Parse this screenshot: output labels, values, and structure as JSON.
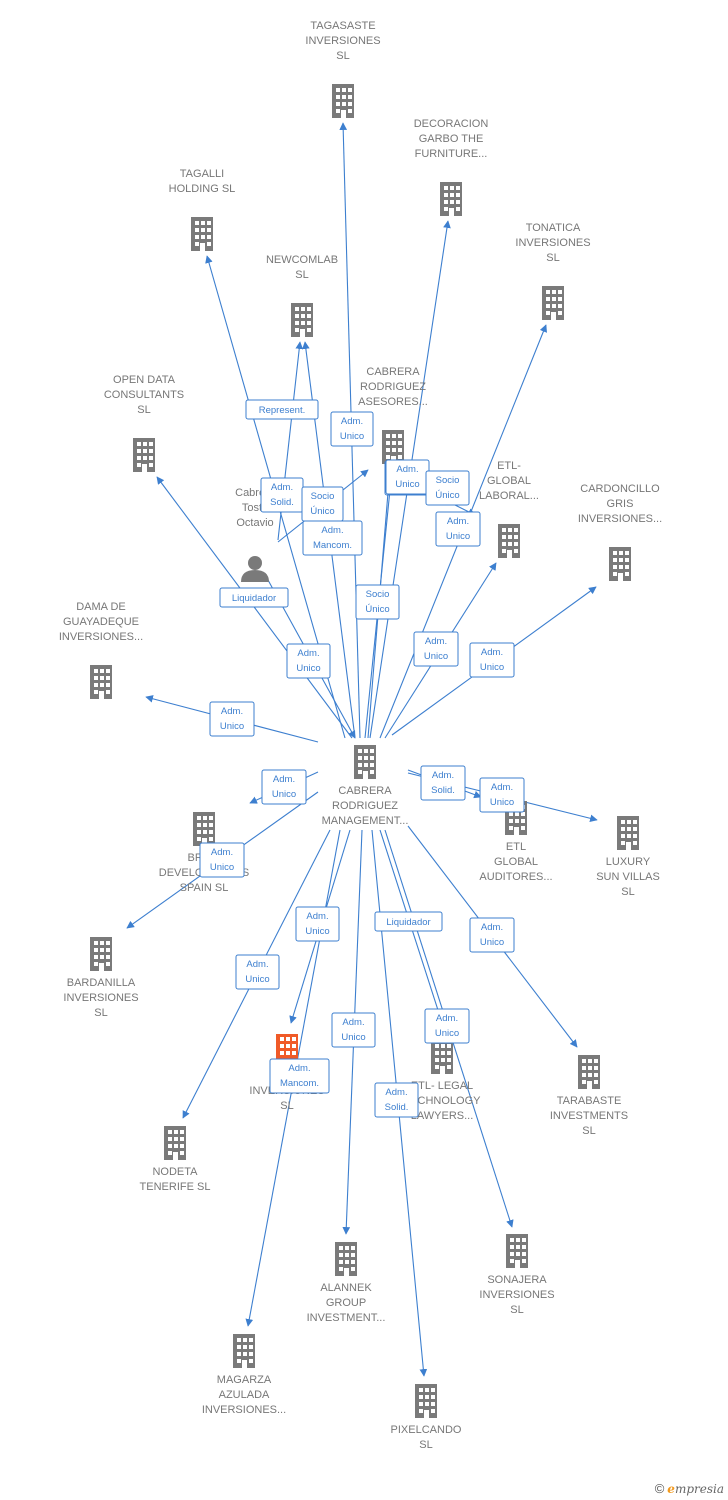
{
  "colors": {
    "edge": "#3d7fcf",
    "building": "#7a7a7a",
    "highlight": "#f05a28",
    "person": "#7a7a7a"
  },
  "center": {
    "id": "center",
    "lines": [
      "CABRERA",
      "RODRIGUEZ",
      "MANAGEMENT..."
    ]
  },
  "person": {
    "id": "person",
    "lines": [
      "Cabrera",
      "Toste",
      "Octavio"
    ]
  },
  "nodes": [
    {
      "id": "tagasaste",
      "lines": [
        "TAGASASTE",
        "INVERSIONES",
        "SL"
      ]
    },
    {
      "id": "decoracion",
      "lines": [
        "DECORACION",
        "GARBO THE",
        "FURNITURE..."
      ]
    },
    {
      "id": "tagalli",
      "lines": [
        "TAGALLI",
        "HOLDING  SL"
      ]
    },
    {
      "id": "tonatica",
      "lines": [
        "TONATICA",
        "INVERSIONES",
        "SL"
      ]
    },
    {
      "id": "newcomlab",
      "lines": [
        "NEWCOMLAB",
        "SL"
      ]
    },
    {
      "id": "cabrera_asesores",
      "lines": [
        "CABRERA",
        "RODRIGUEZ",
        "ASESORES..."
      ]
    },
    {
      "id": "opendata",
      "lines": [
        "OPEN DATA",
        "CONSULTANTS",
        "SL"
      ]
    },
    {
      "id": "etl_laboral",
      "lines": [
        "ETL-",
        "GLOBAL",
        "LABORAL..."
      ]
    },
    {
      "id": "cardoncillo",
      "lines": [
        "CARDONCILLO",
        "GRIS",
        "INVERSIONES..."
      ]
    },
    {
      "id": "dama",
      "lines": [
        "DAMA DE",
        "GUAYADEQUE",
        "INVERSIONES..."
      ]
    },
    {
      "id": "etl_auditores",
      "lines": [
        "ETL",
        "GLOBAL",
        "AUDITORES..."
      ]
    },
    {
      "id": "luxury",
      "lines": [
        "LUXURY",
        "SUN VILLAS",
        "SL"
      ]
    },
    {
      "id": "brisa",
      "lines": [
        "BRISA",
        "DEVELOPMENTS",
        "SPAIN  SL"
      ]
    },
    {
      "id": "bardanilla",
      "lines": [
        "BARDANILLA",
        "INVERSIONES",
        "SL"
      ]
    },
    {
      "id": "tarabaste",
      "lines": [
        "TARABASTE",
        "INVESTMENTS",
        "SL"
      ]
    },
    {
      "id": "pa",
      "lines": [
        "PA...",
        "INVERSIONES",
        "SL"
      ]
    },
    {
      "id": "etl_legal",
      "lines": [
        "ETL- LEGAL",
        "TECHNOLOGY",
        "LAWYERS..."
      ]
    },
    {
      "id": "nodeta",
      "lines": [
        "NODETA",
        "TENERIFE  SL"
      ]
    },
    {
      "id": "sonajera",
      "lines": [
        "SONAJERA",
        "INVERSIONES",
        "SL"
      ]
    },
    {
      "id": "alannek",
      "lines": [
        "ALANNEK",
        "GROUP",
        "INVESTMENT..."
      ]
    },
    {
      "id": "magarza",
      "lines": [
        "MAGARZA",
        "AZULADA",
        "INVERSIONES..."
      ]
    },
    {
      "id": "pixelcando",
      "lines": [
        "PIXELCANDO",
        "SL"
      ]
    }
  ],
  "edges": [
    {
      "to": "tagasaste",
      "lines": [
        "Adm.",
        "Unico"
      ]
    },
    {
      "to": "decoracion",
      "lines": [
        "Adm.",
        "Unico"
      ]
    },
    {
      "to": "tagalli",
      "lines": [
        "Adm.",
        "Solid."
      ]
    },
    {
      "to": "tonatica",
      "lines": [
        "Adm.",
        "Unico"
      ]
    },
    {
      "to": "newcomlab",
      "lines": [
        "Adm.",
        "Mancom."
      ]
    },
    {
      "to": "cabrera_asesores",
      "lines": [
        "Socio",
        "Único"
      ]
    },
    {
      "to": "opendata",
      "lines": [
        "Adm.",
        "Unico"
      ]
    },
    {
      "to": "etl_laboral",
      "lines": [
        "Adm.",
        "Unico"
      ]
    },
    {
      "to": "cardoncillo",
      "lines": [
        "Adm.",
        "Unico"
      ]
    },
    {
      "to": "dama",
      "lines": [
        "Adm.",
        "Unico"
      ]
    },
    {
      "to": "etl_auditores",
      "lines": [
        "Adm.",
        "Solid."
      ]
    },
    {
      "to": "luxury",
      "lines": [
        "Adm.",
        "Unico"
      ]
    },
    {
      "to": "brisa",
      "lines": [
        "Adm.",
        "Unico"
      ]
    },
    {
      "to": "bardanilla",
      "lines": [
        "Adm.",
        "Unico"
      ]
    },
    {
      "to": "tarabaste",
      "lines": [
        "Adm.",
        "Unico"
      ]
    },
    {
      "to": "pa",
      "lines": [
        "Adm.",
        "Unico"
      ]
    },
    {
      "to": "etl_legal",
      "lines": [
        "Liquidador"
      ]
    },
    {
      "to": "nodeta",
      "lines": [
        "Adm.",
        "Unico"
      ]
    },
    {
      "to": "sonajera",
      "lines": [
        "Adm.",
        "Unico"
      ]
    },
    {
      "to": "alannek",
      "lines": [
        "Adm.",
        "Unico"
      ]
    },
    {
      "to": "magarza",
      "lines": [
        "Adm.",
        "Mancom."
      ]
    },
    {
      "to": "pixelcando",
      "lines": [
        "Adm.",
        "Solid."
      ]
    },
    {
      "to": "center_from_person",
      "lines": [
        "Liquidador"
      ]
    },
    {
      "to": "newcomlab_from_person",
      "lines": [
        "Represent."
      ]
    },
    {
      "to": "cabrera_asesores_from_person",
      "lines": [
        "Socio",
        "Único"
      ]
    },
    {
      "to": "cabrera_asesores_b",
      "lines": [
        "Adm.",
        "Unico"
      ]
    },
    {
      "to": "etl_laboral_b",
      "lines": [
        "Socio",
        "Único"
      ]
    }
  ],
  "footer": {
    "copyright": "©",
    "brand_initial": "e",
    "brand_rest": "mpresia"
  }
}
